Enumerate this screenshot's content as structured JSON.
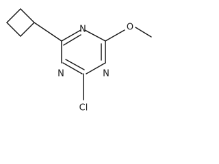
{
  "molecule": {
    "atoms": {
      "n_top": "N",
      "n_right": "N",
      "n_left": "N",
      "oxygen": "O",
      "chlorine": "Cl"
    }
  }
}
